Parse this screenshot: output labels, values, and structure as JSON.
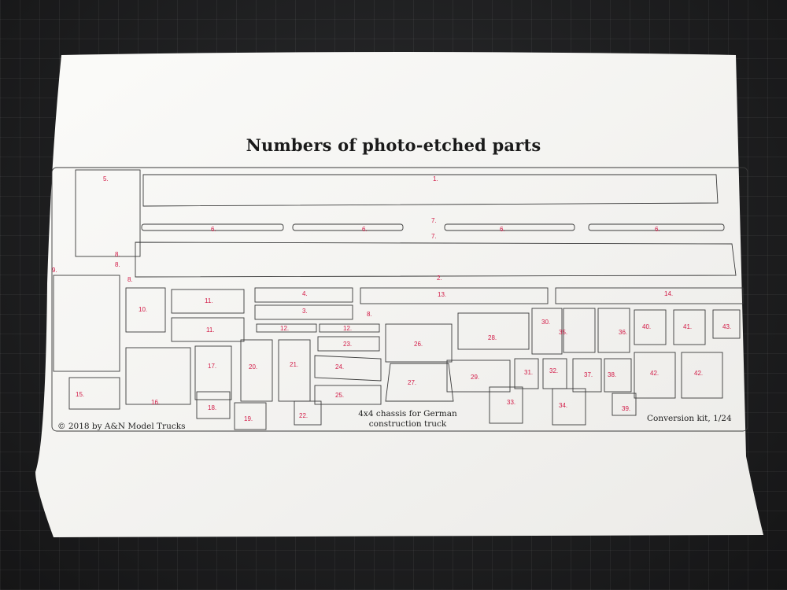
{
  "photo": {
    "title": "Numbers of photo-etched parts",
    "copyright": "© 2018 by A&N Model Trucks",
    "kit_line1": "4x4 chassis for German",
    "kit_line2": "construction truck",
    "scale_note": "Conversion kit, 1/24",
    "part_labels": [
      "1.",
      "2.",
      "3.",
      "4.",
      "5.",
      "6.",
      "7.",
      "8.",
      "9.",
      "10.",
      "11.",
      "12.",
      "13.",
      "14.",
      "15.",
      "16.",
      "17.",
      "18.",
      "19.",
      "20.",
      "21.",
      "22.",
      "23.",
      "24.",
      "25.",
      "26.",
      "27.",
      "28.",
      "29.",
      "30.",
      "31.",
      "32.",
      "33.",
      "34.",
      "35.",
      "36.",
      "37.",
      "38.",
      "39.",
      "40.",
      "41.",
      "42.",
      "43."
    ]
  },
  "colors": {
    "label_red": "#d21a46",
    "outline": "#3a3a3a",
    "paper": "#f7f7f5",
    "mat": "#1f1f21"
  }
}
